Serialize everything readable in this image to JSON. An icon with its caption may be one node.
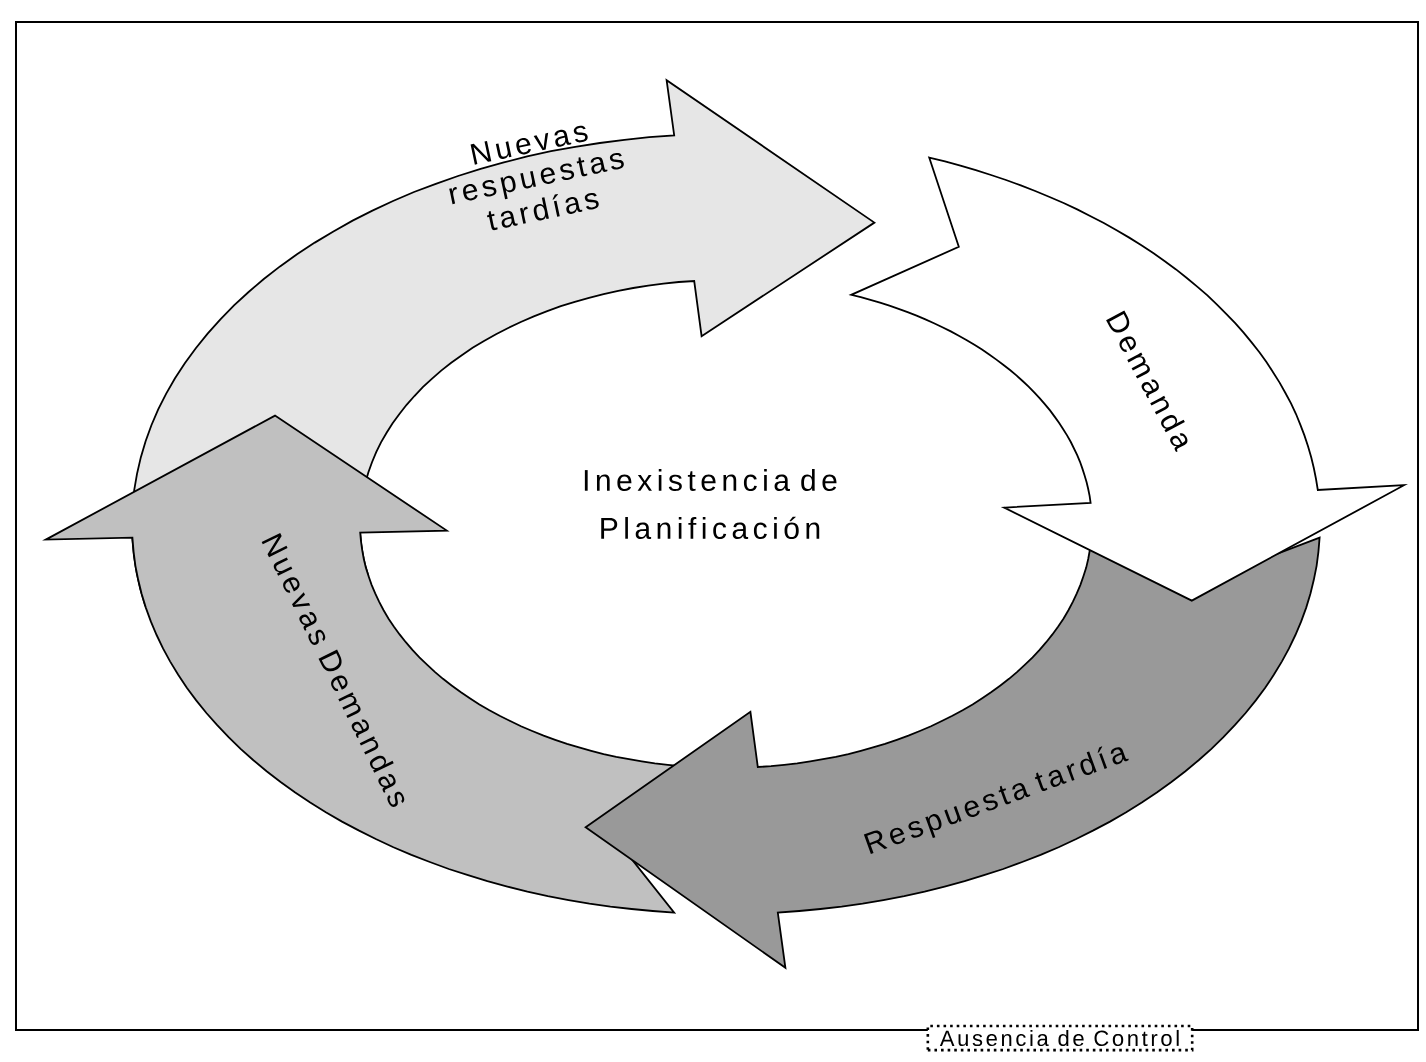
{
  "diagram": {
    "nodes": [
      {
        "text": [
          "Nuevas respuestas tardías"
        ]
      },
      {
        "text": [
          "Demanda"
        ]
      },
      {
        "text": [
          "Respuesta tardía"
        ]
      },
      {
        "text": [
          "Nuevas Demandas"
        ]
      },
      {
        "text": [
          "Inexistencia de Planificación"
        ]
      },
      {
        "text": [
          "Ausencia de Control"
        ]
      }
    ]
  }
}
